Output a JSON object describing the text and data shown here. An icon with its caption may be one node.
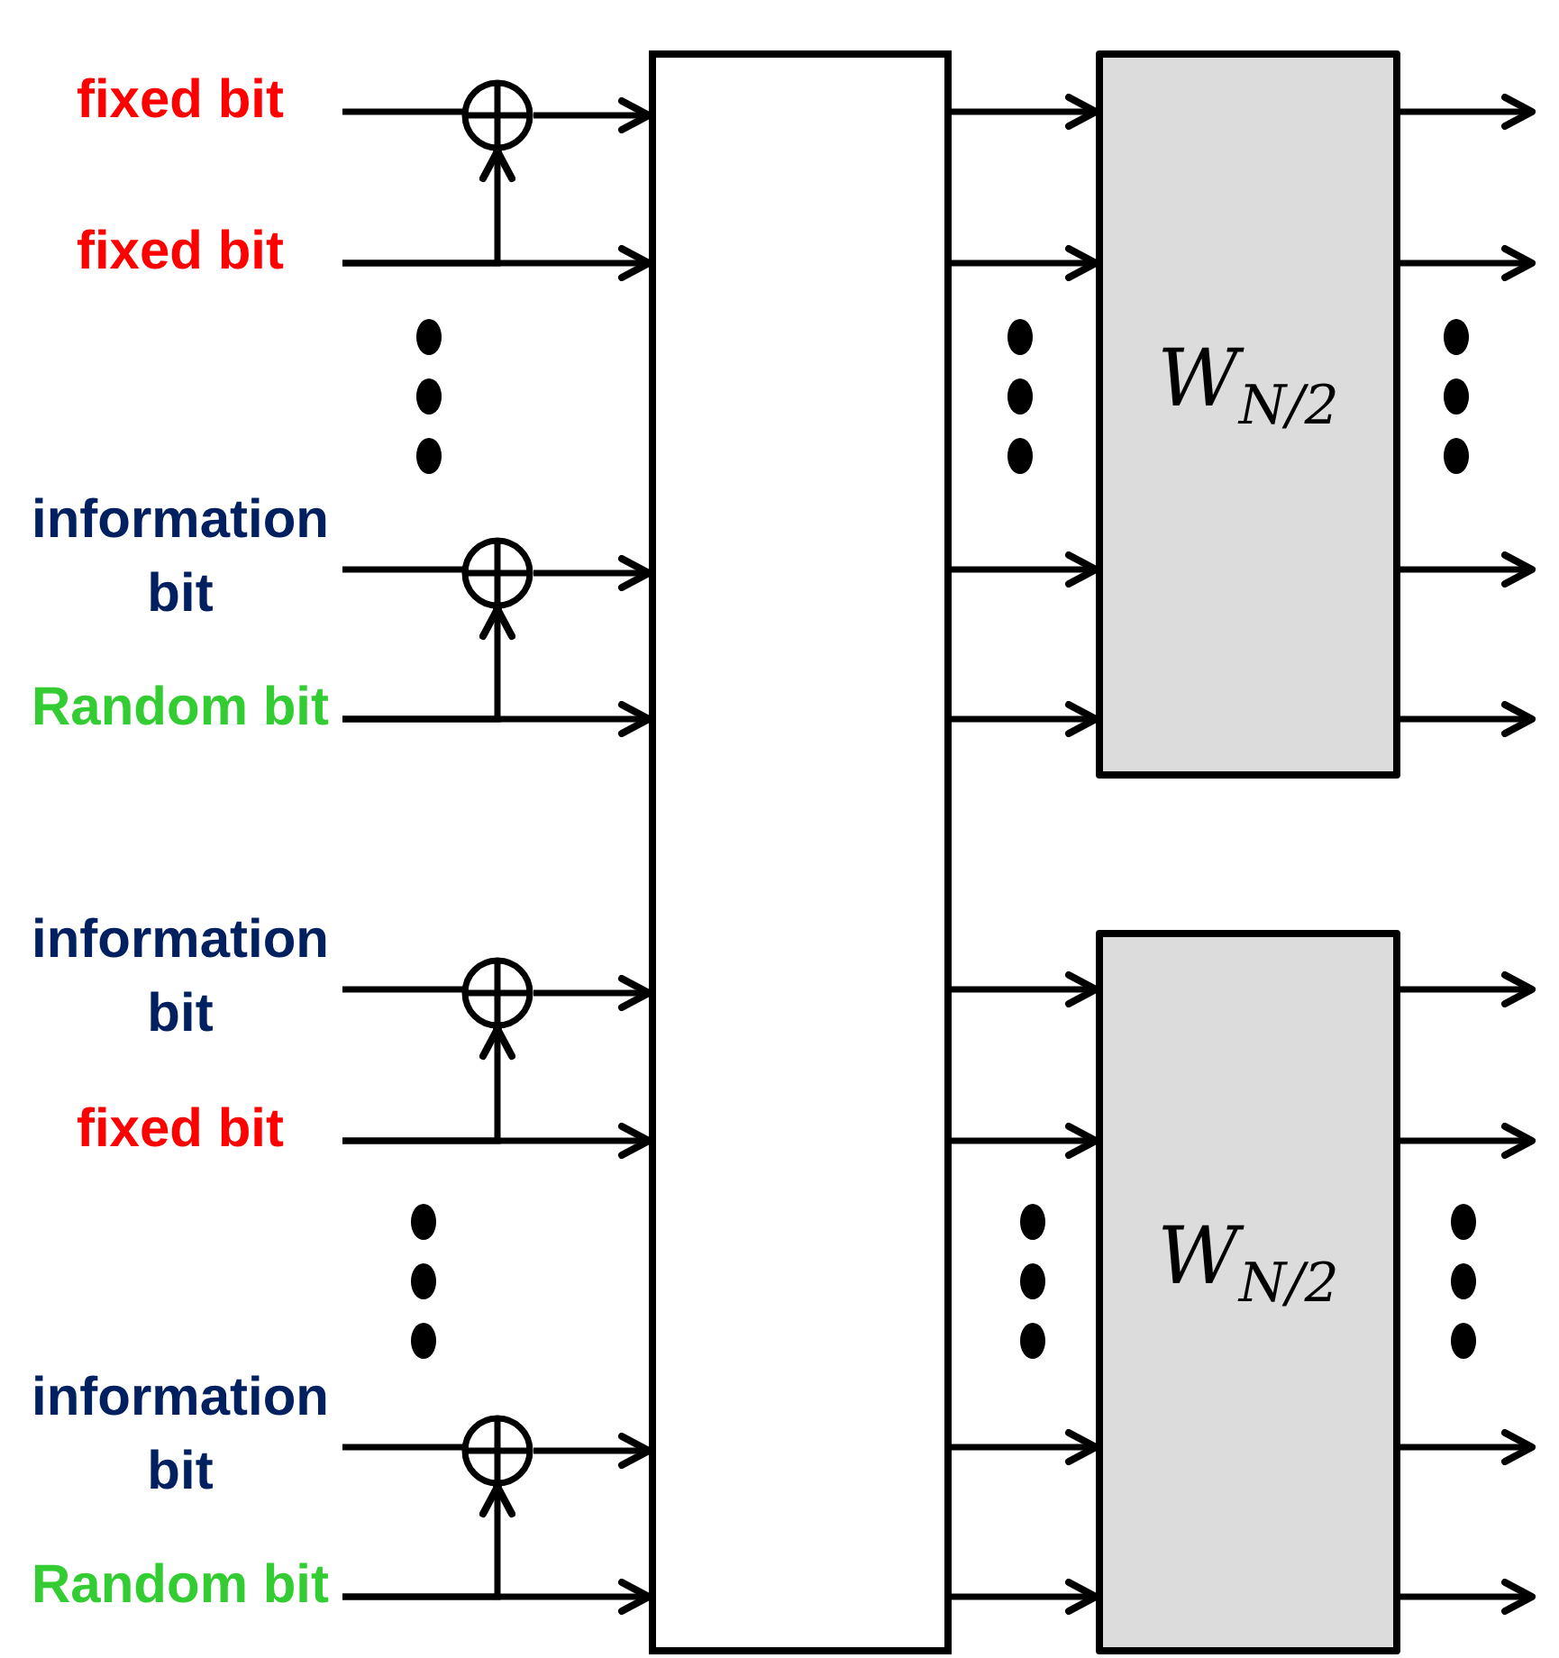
{
  "diagram": {
    "nodes": [
      {
        "text": [
          "fixed bit"
        ]
      },
      {
        "text": [
          "fixed bit"
        ]
      },
      {
        "text": [
          "information bit"
        ]
      },
      {
        "text": [
          "Random bit"
        ]
      },
      {
        "text": [
          "information bit"
        ]
      },
      {
        "text": [
          "fixed bit"
        ]
      },
      {
        "text": [
          "information bit"
        ]
      },
      {
        "text": [
          "Random bit"
        ]
      },
      {
        "text": [],
        "shape": "circle"
      },
      {
        "text": [],
        "shape": "circle"
      },
      {
        "text": [],
        "shape": "circle"
      },
      {
        "text": [],
        "shape": "circle"
      },
      {
        "text": [],
        "shape": "box"
      },
      {
        "text": [
          "W$_{N/2}$"
        ]
      },
      {
        "text": [
          "W$_{N/2}$"
        ]
      }
    ],
    "edges": [
      {
        "from": 0,
        "to": 8,
        "arrow": "to"
      },
      {
        "from": 1,
        "to": 8,
        "arrow": "to"
      },
      {
        "from": 1,
        "to": 12,
        "arrow": "to"
      },
      {
        "from": 8,
        "to": 12,
        "arrow": "to"
      },
      {
        "from": 2,
        "to": 9,
        "arrow": "to"
      },
      {
        "from": 3,
        "to": 9,
        "arrow": "to"
      },
      {
        "from": 3,
        "to": 12,
        "arrow": "to"
      },
      {
        "from": 9,
        "to": 12,
        "arrow": "to"
      },
      {
        "from": 4,
        "to": 10,
        "arrow": "to"
      },
      {
        "from": 5,
        "to": 10,
        "arrow": "to"
      },
      {
        "from": 5,
        "to": 12,
        "arrow": "to"
      },
      {
        "from": 10,
        "to": 12,
        "arrow": "to"
      },
      {
        "from": 6,
        "to": 11,
        "arrow": "to"
      },
      {
        "from": 7,
        "to": 11,
        "arrow": "to"
      },
      {
        "from": 7,
        "to": 12,
        "arrow": "to"
      },
      {
        "from": 11,
        "to": 12,
        "arrow": "to"
      },
      {
        "from": 12,
        "to": 13,
        "arrow": "to"
      },
      {
        "from": 12,
        "to": 13,
        "arrow": "to"
      },
      {
        "from": 12,
        "to": 13,
        "arrow": "to"
      },
      {
        "from": 12,
        "to": 13,
        "arrow": "to"
      },
      {
        "from": 12,
        "to": 14,
        "arrow": "to"
      },
      {
        "from": 12,
        "to": 14,
        "arrow": "to"
      },
      {
        "from": 12,
        "to": 14,
        "arrow": "to"
      },
      {
        "from": 12,
        "to": 14,
        "arrow": "to"
      },
      {
        "from": 13,
        "to": null,
        "arrow": "to"
      },
      {
        "from": 13,
        "to": null,
        "arrow": "to"
      },
      {
        "from": 13,
        "to": null,
        "arrow": "to"
      },
      {
        "from": 13,
        "to": null,
        "arrow": "to"
      },
      {
        "from": 14,
        "to": null,
        "arrow": "to"
      },
      {
        "from": 14,
        "to": null,
        "arrow": "to"
      },
      {
        "from": 14,
        "to": null,
        "arrow": "to"
      },
      {
        "from": 14,
        "to": null,
        "arrow": "to"
      }
    ]
  }
}
